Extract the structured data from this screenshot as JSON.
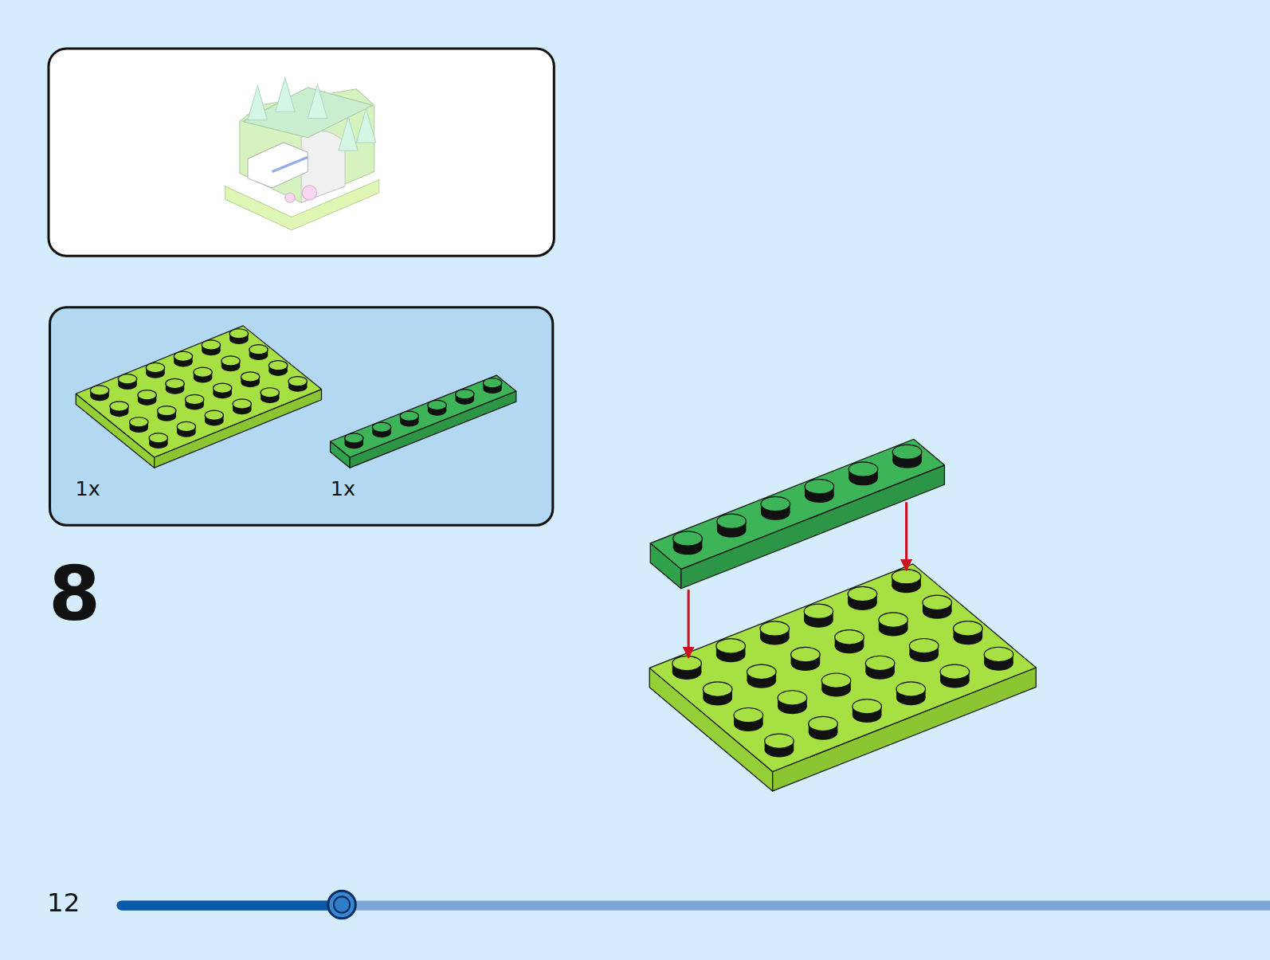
{
  "diagram": {
    "nodes": [
      {
        "text": [
          "1x",
          "1x"
        ]
      }
    ],
    "labels": [
      "8",
      "12"
    ]
  }
}
